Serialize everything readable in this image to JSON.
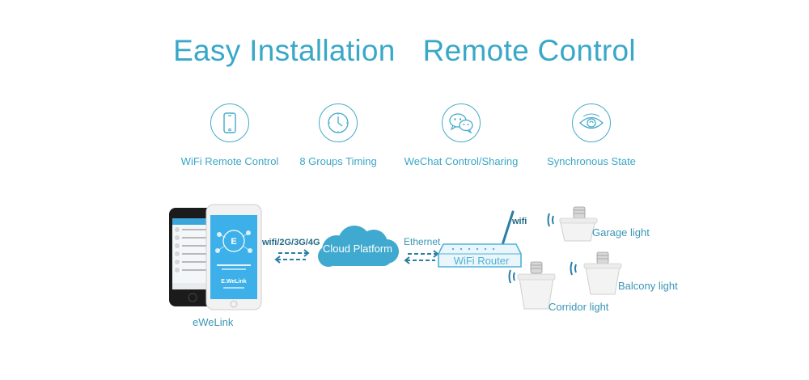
{
  "header": {
    "title_left": "Easy Installation",
    "title_right": "Remote Control"
  },
  "features": [
    {
      "label": "WiFi Remote Control",
      "icon": "phone-icon"
    },
    {
      "label": "8 Groups Timing",
      "icon": "clock-icon"
    },
    {
      "label": "WeChat Control/Sharing",
      "icon": "wechat-icon"
    },
    {
      "label": "Synchronous State",
      "icon": "eye-icon"
    }
  ],
  "diagram": {
    "app_label": "eWeLink",
    "network_label": "wifi/2G/3G/4G",
    "cloud_label": "Cloud Platform",
    "ethernet_label": "Ethernet",
    "router_label": "WiFi Router",
    "router_wifi_label": "wifi",
    "phone_brand": "E.WeLink",
    "lights": [
      {
        "label": "Garage light"
      },
      {
        "label": "Balcony light"
      },
      {
        "label": "Corridor light"
      }
    ]
  },
  "colors": {
    "accent": "#39a8c8",
    "cloud": "#3fa9cf",
    "router": "#4eb3d6",
    "phone_screen": "#3db0ea"
  }
}
